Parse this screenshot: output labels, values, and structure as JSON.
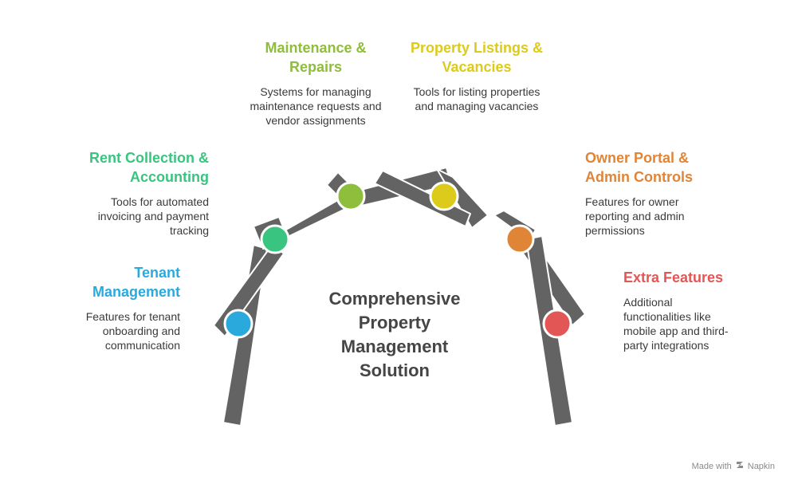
{
  "center_title": "Comprehensive Property Management Solution",
  "features": [
    {
      "id": "tenant",
      "title": "Tenant Management",
      "desc": "Features for tenant onboarding and communication",
      "color": "#2aa9dd"
    },
    {
      "id": "rent",
      "title": "Rent Collection & Accounting",
      "desc": "Tools for automated invoicing and payment tracking",
      "color": "#39c47f"
    },
    {
      "id": "maintenance",
      "title": "Maintenance & Repairs",
      "desc": "Systems for managing maintenance requests and vendor assignments",
      "color": "#8fbd3c"
    },
    {
      "id": "listings",
      "title": "Property Listings & Vacancies",
      "desc": "Tools for listing properties and managing vacancies",
      "color": "#dccb1a"
    },
    {
      "id": "owner",
      "title": "Owner Portal & Admin Controls",
      "desc": "Features for owner reporting and admin permissions",
      "color": "#e08436"
    },
    {
      "id": "extra",
      "title": "Extra Features",
      "desc": "Additional functionalities like mobile app and third-party integrations",
      "color": "#e35656"
    }
  ],
  "watermark": {
    "prefix": "Made with",
    "brand": "Napkin",
    "icon": "napkin-logo-icon"
  },
  "beam_color": "#636363"
}
